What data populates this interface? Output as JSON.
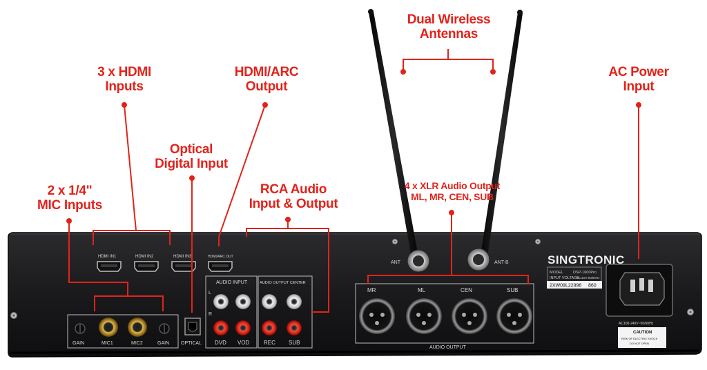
{
  "callouts": {
    "hdmi_inputs": {
      "line1": "3 x HDMI",
      "line2": "Inputs"
    },
    "hdmi_arc": {
      "line1": "HDMI/ARC",
      "line2": "Output"
    },
    "optical": {
      "line1": "Optical",
      "line2": "Digital Input"
    },
    "mic_inputs": {
      "line1": "2 x 1/4\"",
      "line2": "MIC Inputs"
    },
    "rca_audio": {
      "line1": "RCA Audio",
      "line2": "Input & Output"
    },
    "xlr_output": {
      "line1": "4 x XLR Audio Output",
      "line2": "ML, MR, CEN, SUB"
    },
    "antennas": {
      "line1": "Dual Wireless",
      "line2": "Antennas"
    },
    "ac_power": {
      "line1": "AC Power",
      "line2": "Input"
    }
  },
  "panel": {
    "brand": "SINGTRONIC",
    "model_label": "MODEL",
    "model_value": "DSP-1600Pro",
    "input_voltage_label": "INPUT VOLTAGE",
    "input_voltage_value": "AC110V-50/60Hz",
    "serial": "2XW09L22996",
    "serial_suffix": "860",
    "ant_a": "ANT",
    "ant_b": "ANT-B",
    "hdmi_in1": "HDMI IN1",
    "hdmi_in2": "HDMI IN2",
    "hdmi_in3": "HDMI IN3",
    "hdmi_arc_out": "HDMI/ARC OUT",
    "audio_input": "AUDIO INPUT",
    "audio_output_center": "AUDIO OUTPUT CENTER",
    "rca_l": "L",
    "rca_r": "R",
    "dvd": "DVD",
    "vod": "VOD",
    "rec": "REC",
    "sub": "SUB",
    "gain_left": "GAIN",
    "mic1": "MIC1",
    "mic2": "MIC2",
    "gain_right": "GAIN",
    "optical": "OPTICAL",
    "xlr_mr": "MR",
    "xlr_ml": "ML",
    "xlr_cen": "CEN",
    "xlr_sub": "SUB",
    "audio_output": "AUDIO OUTPUT",
    "ac_rating": "AC100-240V~50/60Hz",
    "caution": "CAUTION",
    "caution_text1": "RISK OF ELECTRIC SHOCK",
    "caution_text2": "DO NOT OPEN"
  },
  "colors": {
    "callout_red": "#e2231a",
    "chassis": "#1c1c1e",
    "chassis_top": "#2a2a2c",
    "silk": "#d8d8d8"
  }
}
